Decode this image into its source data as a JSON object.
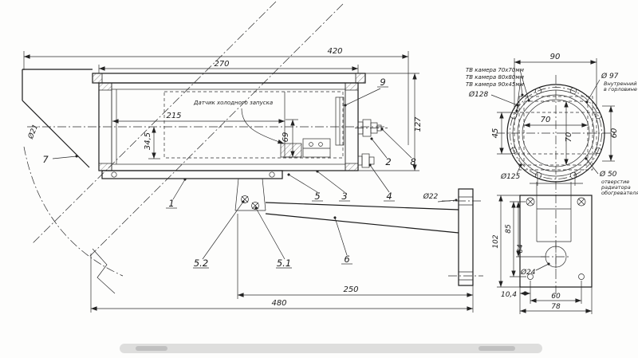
{
  "side": {
    "dims": {
      "d420": "420",
      "d270": "270",
      "d215": "215",
      "d69": "69",
      "d34_5": "34,5",
      "d127": "127",
      "d21": "Ø21",
      "d22": "Ø22",
      "d250": "250",
      "d480": "480"
    },
    "note_cold_start": "Датчик холодного запуска",
    "callouts": {
      "c1": "1",
      "c2": "2",
      "c3": "3",
      "c4": "4",
      "c5": "5",
      "c6": "6",
      "c7": "7",
      "c8": "8",
      "c9": "9",
      "c5_1": "5.1",
      "c5_2": "5.2"
    }
  },
  "front": {
    "dims": {
      "d90": "90",
      "d45": "45",
      "d60": "60",
      "d70h": "70",
      "d70v": "70",
      "d128": "Ø128",
      "d97": "Ø 97",
      "d125": "Ø125",
      "d50": "Ø 50"
    },
    "notes": {
      "cam1": "ТВ камера 70х70мм",
      "cam2": "ТВ камера 80х80мм",
      "cam3": "ТВ камера 90х45мм",
      "d97_1": "Внутренний",
      "d97_2": "в горловине",
      "d50_1": "отверстие",
      "d50_2": "радиатора",
      "d50_3": "обогревателя"
    }
  },
  "bracket": {
    "dims": {
      "d102": "102",
      "d85": "85",
      "d64": "64",
      "d24": "Ø24",
      "d10_4": "10,4",
      "d60": "60",
      "d78": "78"
    }
  }
}
